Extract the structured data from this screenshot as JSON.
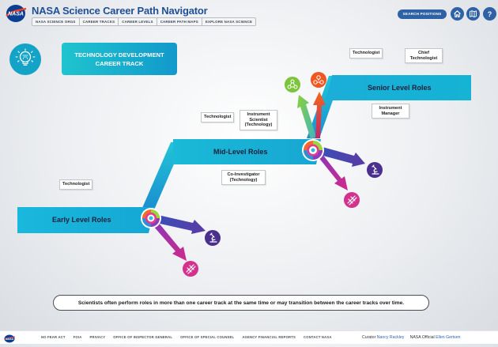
{
  "header": {
    "title": "NASA Science Career Path Navigator",
    "nav": [
      "NASA SCIENCE ORGS",
      "CAREER TRACKS",
      "CAREER LEVELS",
      "CAREER PATH MAPS",
      "EXPLORE NASA SCIENCE"
    ],
    "search_label": "SEARCH POSITIONS",
    "icons": [
      "home-icon",
      "map-icon",
      "help-icon"
    ]
  },
  "track": {
    "title_line1": "TECHNOLOGY DEVELOPMENT",
    "title_line2": "CAREER TRACK",
    "icon": "lightbulb-icon"
  },
  "levels": {
    "early": {
      "label": "Early Level Roles",
      "roles": [
        "Technologist"
      ]
    },
    "mid": {
      "label": "Mid-Level Roles",
      "roles_above": [
        "Technologist",
        "Instrument Scientist (Technology)"
      ],
      "roles_below": [
        "Co-Investigator (Technology)"
      ]
    },
    "senior": {
      "label": "Senior Level Roles",
      "roles_above": [
        "Technologist",
        "Chief Technologist"
      ],
      "roles_below": [
        "Instrument Manager"
      ]
    }
  },
  "branch_icons": [
    "microscope-icon",
    "biology-icon",
    "network-icon",
    "gears-icon"
  ],
  "note": "Scientists often perform roles in more than one career track at the same time or may transition between the career tracks over time.",
  "footer": {
    "links": [
      "NO FEAR ACT",
      "FOIA",
      "PRIVACY",
      "OFFICE OF INSPECTOR GENERAL",
      "OFFICE OF SPECIAL COUNSEL",
      "AGENCY FINANCIAL REPORTS",
      "CONTACT NASA"
    ],
    "curator_label": "Curator",
    "curator_name": "Nancy Rackley",
    "official_label": "NASA Official",
    "official_name": "Ellen Gertsen"
  },
  "colors": {
    "brand_blue": "#2f62a4",
    "cyan": "#13a3c6",
    "purple_arrow": "#5a3aa5",
    "magenta_arrow": "#b02aa8",
    "green_arrow": "#7cc43a",
    "orange_arrow": "#f0561f"
  }
}
